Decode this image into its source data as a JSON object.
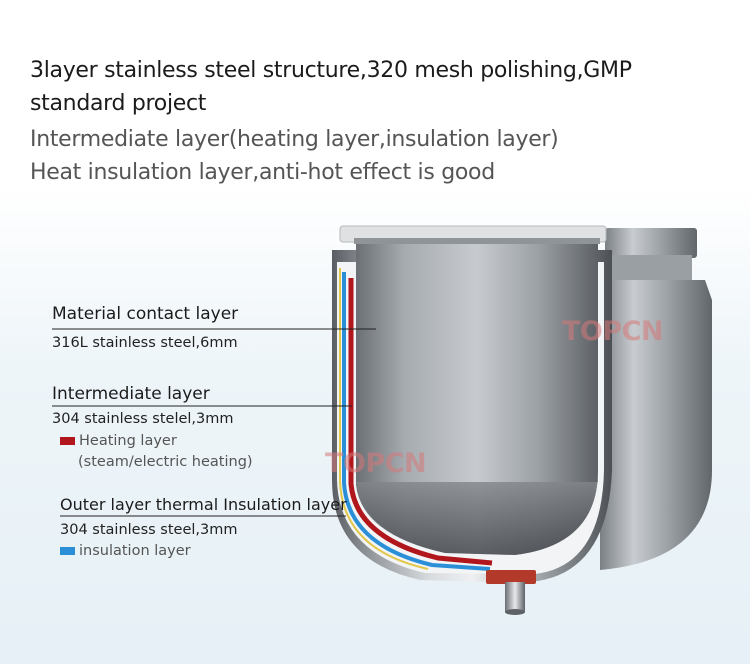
{
  "headline": {
    "line1": "3layer stainless steel structure,320 mesh polishing,GMP",
    "line2": "standard project",
    "line3": "Intermediate layer(heating layer,insulation layer)",
    "line4": "Heat insulation layer,anti-hot effect is good"
  },
  "layers": {
    "material": {
      "title": "Material contact layer",
      "spec": "316L stainless steel,6mm"
    },
    "intermediate": {
      "title": "Intermediate layer",
      "spec": "304 stainless stelel,3mm",
      "legend_line1": "Heating layer",
      "legend_line2": "(steam/electric heating)",
      "legend_color": "#b0161b"
    },
    "outer": {
      "title": "Outer layer thermal Insulation layer",
      "spec": "304 stainless steel,3mm",
      "legend": "insulation layer",
      "legend_color": "#2b8fd8"
    }
  },
  "watermark": "TOPCN"
}
